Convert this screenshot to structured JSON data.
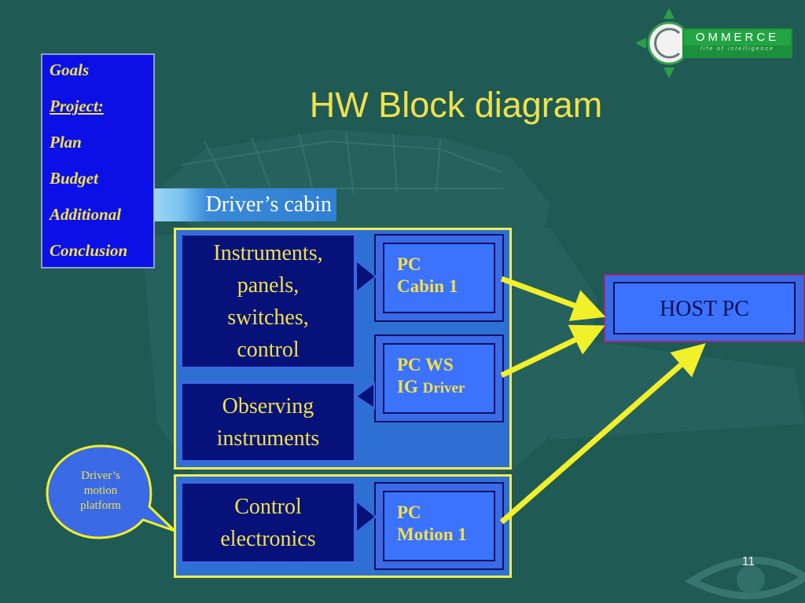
{
  "nav": {
    "items": [
      {
        "label": "Goals",
        "active": false
      },
      {
        "label": "Project:",
        "active": true
      },
      {
        "label": "Plan",
        "active": false
      },
      {
        "label": "Budget",
        "active": false
      },
      {
        "label": "Additional",
        "active": false
      },
      {
        "label": "Conclusion",
        "active": false
      }
    ]
  },
  "logo": {
    "name": "OMMERCE",
    "tagline": "life of intelligence",
    "letter": "C"
  },
  "title": "HW Block diagram",
  "diagram": {
    "cabin_label": "Driver’s cabin",
    "blocks": {
      "instruments": [
        "Instruments,",
        "panels,",
        "switches,",
        "control"
      ],
      "observing": [
        "Observing",
        "instruments"
      ],
      "control_electronics": [
        "Control",
        "electronics"
      ]
    },
    "pcs": {
      "cabin1": {
        "line1": "PC",
        "line2": "Cabin 1"
      },
      "ws_ig": {
        "line1": "PC WS",
        "line2_big": "IG",
        "line2_small": "Driver"
      },
      "motion1": {
        "line1": "PC",
        "line2": "Motion 1"
      }
    },
    "host": "HOST PC",
    "callout": [
      "Driver’s",
      "motion",
      "platform"
    ]
  },
  "page_number": "11",
  "colors": {
    "background": "#1f5a55",
    "nav_bg": "#0b11e6",
    "accent_yellow": "#f3e04a",
    "group_bg": "#2e6fd4",
    "dark_block": "#06127a",
    "pc_block": "#3b73ff",
    "arrow": "#f2f02a"
  }
}
